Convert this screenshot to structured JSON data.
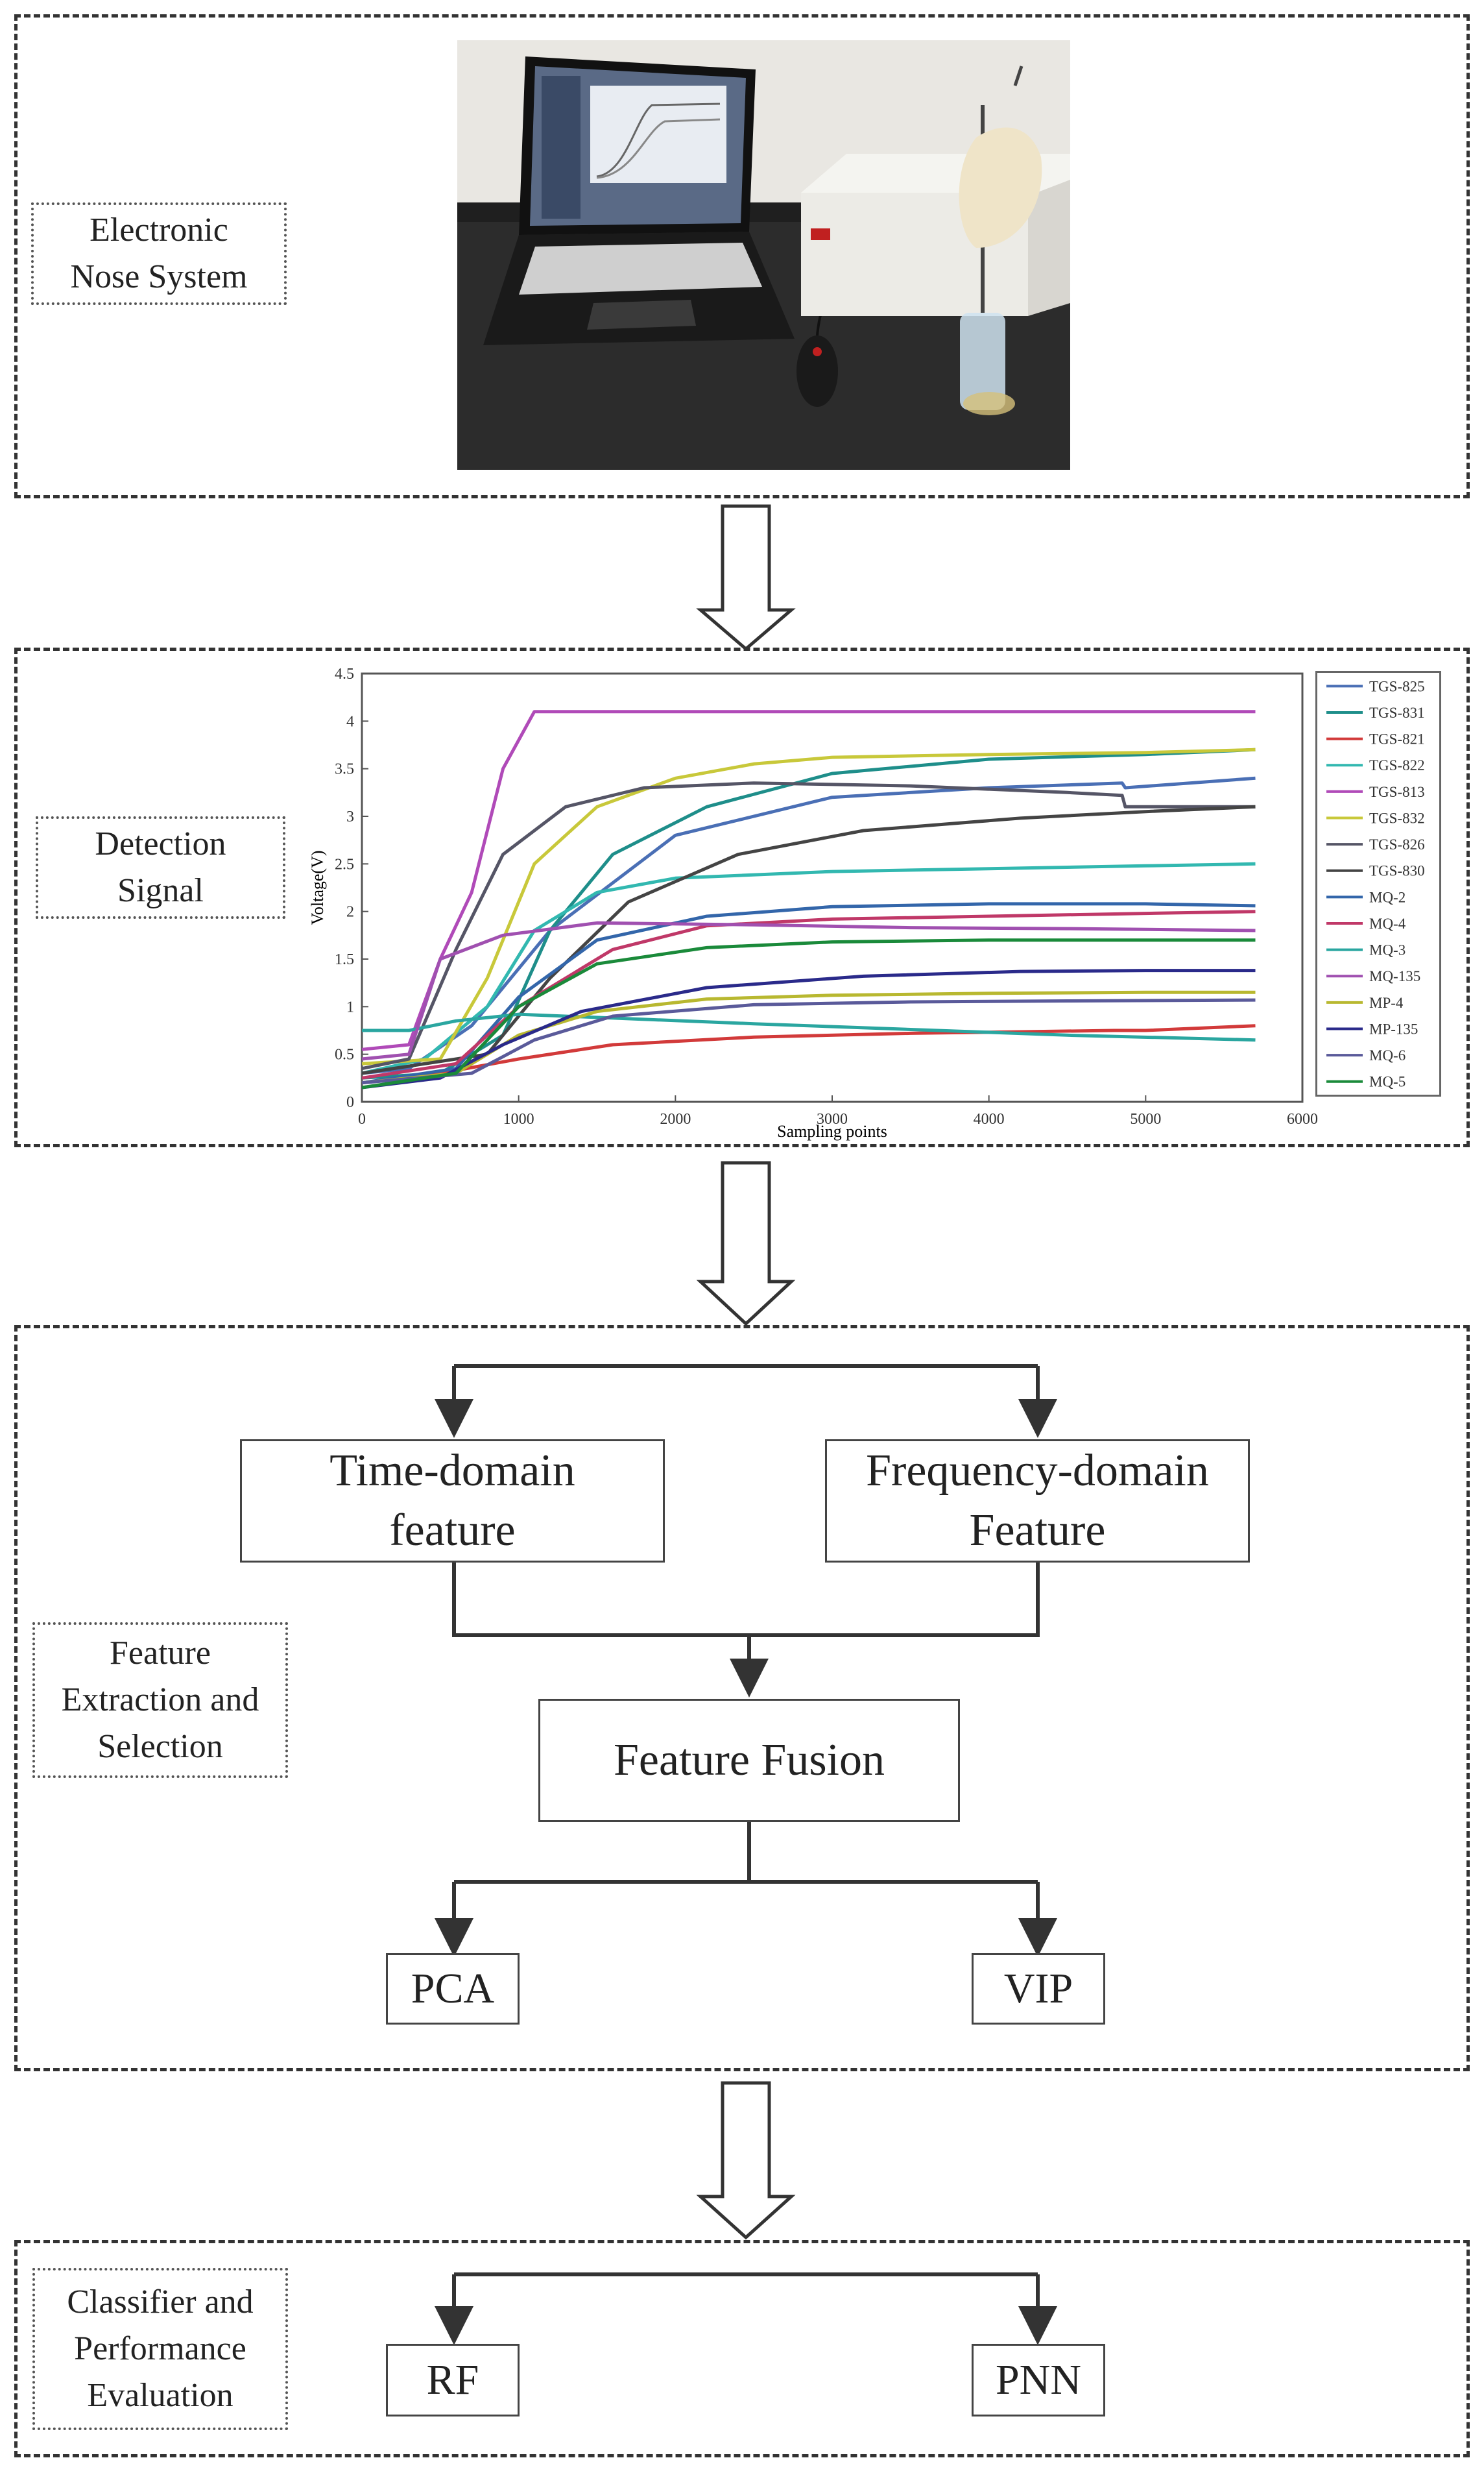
{
  "stage1": {
    "label": "Electronic\nNose System"
  },
  "stage2": {
    "label": "Detection\nSignal"
  },
  "stage3": {
    "label": "Feature\nExtraction and\nSelection",
    "time_domain": "Time-domain\nfeature",
    "frequency_domain": "Frequency-domain\nFeature",
    "fusion": "Feature Fusion",
    "pca": "PCA",
    "vip": "VIP"
  },
  "stage4": {
    "label": "Classifier and\nPerformance\nEvaluation",
    "rf": "RF",
    "pnn": "PNN"
  },
  "chart_data": {
    "type": "line",
    "xlabel": "Sampling points",
    "ylabel": "Voltage(V)",
    "xlim": [
      0,
      6000
    ],
    "ylim": [
      0,
      4.5
    ],
    "xticks": [
      0,
      1000,
      2000,
      3000,
      4000,
      5000,
      6000
    ],
    "yticks": [
      0,
      0.5,
      1,
      1.5,
      2,
      2.5,
      3,
      3.5,
      4,
      4.5
    ],
    "legend_position": "right",
    "series": [
      {
        "name": "TGS-825",
        "color": "#4a6fb5",
        "x": [
          0,
          300,
          700,
          1200,
          2000,
          3000,
          4000,
          4850,
          4870,
          5700
        ],
        "y": [
          0.3,
          0.35,
          0.8,
          1.8,
          2.8,
          3.2,
          3.3,
          3.35,
          3.3,
          3.4
        ]
      },
      {
        "name": "TGS-831",
        "color": "#1e8e8a",
        "x": [
          0,
          500,
          900,
          1200,
          1600,
          2200,
          3000,
          4000,
          5000,
          5700
        ],
        "y": [
          0.25,
          0.3,
          0.7,
          1.8,
          2.6,
          3.1,
          3.45,
          3.6,
          3.65,
          3.7
        ]
      },
      {
        "name": "TGS-821",
        "color": "#d23a3a",
        "x": [
          0,
          500,
          1000,
          1600,
          2500,
          3500,
          4800,
          5000,
          5700
        ],
        "y": [
          0.2,
          0.3,
          0.45,
          0.6,
          0.68,
          0.72,
          0.75,
          0.75,
          0.8
        ]
      },
      {
        "name": "TGS-822",
        "color": "#32b8b0",
        "x": [
          0,
          400,
          800,
          1100,
          1500,
          2000,
          3000,
          4000,
          5000,
          5700
        ],
        "y": [
          0.3,
          0.45,
          1.0,
          1.8,
          2.2,
          2.35,
          2.42,
          2.45,
          2.48,
          2.5
        ]
      },
      {
        "name": "TGS-813",
        "color": "#b04ab8",
        "x": [
          0,
          300,
          500,
          700,
          900,
          1100,
          1300,
          2000,
          3000,
          4000,
          5000,
          5700
        ],
        "y": [
          0.55,
          0.6,
          1.5,
          2.2,
          3.5,
          4.1,
          4.1,
          4.1,
          4.1,
          4.1,
          4.1,
          4.1
        ]
      },
      {
        "name": "TGS-832",
        "color": "#c8c83a",
        "x": [
          0,
          500,
          800,
          1100,
          1500,
          2000,
          2500,
          3000,
          4000,
          5000,
          5700
        ],
        "y": [
          0.4,
          0.45,
          1.3,
          2.5,
          3.1,
          3.4,
          3.55,
          3.62,
          3.65,
          3.67,
          3.7
        ]
      },
      {
        "name": "TGS-826",
        "color": "#555566",
        "x": [
          0,
          300,
          600,
          900,
          1300,
          1800,
          2500,
          3500,
          4500,
          4850,
          4870,
          5700
        ],
        "y": [
          0.35,
          0.45,
          1.6,
          2.6,
          3.1,
          3.3,
          3.35,
          3.32,
          3.25,
          3.22,
          3.1,
          3.1
        ]
      },
      {
        "name": "TGS-830",
        "color": "#444444",
        "x": [
          0,
          800,
          1200,
          1700,
          2400,
          3200,
          4200,
          5000,
          5700
        ],
        "y": [
          0.3,
          0.5,
          1.3,
          2.1,
          2.6,
          2.85,
          2.98,
          3.05,
          3.1
        ]
      },
      {
        "name": "MQ-2",
        "color": "#3366aa",
        "x": [
          0,
          600,
          1000,
          1500,
          2200,
          3000,
          4000,
          5000,
          5700
        ],
        "y": [
          0.2,
          0.35,
          1.1,
          1.7,
          1.95,
          2.05,
          2.08,
          2.08,
          2.06
        ]
      },
      {
        "name": "MQ-4",
        "color": "#c03868",
        "x": [
          0,
          600,
          1000,
          1600,
          2200,
          3000,
          4000,
          5000,
          5700
        ],
        "y": [
          0.25,
          0.4,
          1.0,
          1.6,
          1.85,
          1.92,
          1.95,
          1.98,
          2.0
        ]
      },
      {
        "name": "MQ-3",
        "color": "#2aa6a0",
        "x": [
          0,
          300,
          600,
          1000,
          1600,
          2500,
          3500,
          4500,
          5700
        ],
        "y": [
          0.75,
          0.75,
          0.85,
          0.92,
          0.88,
          0.82,
          0.76,
          0.7,
          0.65
        ]
      },
      {
        "name": "MQ-135",
        "color": "#a050b0",
        "x": [
          0,
          300,
          500,
          900,
          1500,
          2500,
          3500,
          4500,
          5700
        ],
        "y": [
          0.45,
          0.5,
          1.5,
          1.75,
          1.88,
          1.86,
          1.83,
          1.82,
          1.8
        ]
      },
      {
        "name": "MP-4",
        "color": "#b8b830",
        "x": [
          0,
          600,
          1000,
          1500,
          2200,
          3000,
          4000,
          5000,
          5700
        ],
        "y": [
          0.2,
          0.3,
          0.7,
          0.95,
          1.08,
          1.12,
          1.14,
          1.15,
          1.15
        ]
      },
      {
        "name": "MP-135",
        "color": "#2a2a8a",
        "x": [
          0,
          500,
          900,
          1400,
          2200,
          3200,
          4200,
          5000,
          5700
        ],
        "y": [
          0.15,
          0.25,
          0.6,
          0.95,
          1.2,
          1.32,
          1.37,
          1.38,
          1.38
        ]
      },
      {
        "name": "MQ-6",
        "color": "#5a5a9a",
        "x": [
          0,
          700,
          1100,
          1600,
          2500,
          3500,
          4500,
          5700
        ],
        "y": [
          0.2,
          0.3,
          0.65,
          0.9,
          1.02,
          1.05,
          1.06,
          1.07
        ]
      },
      {
        "name": "MQ-5",
        "color": "#1a8a3a",
        "x": [
          0,
          600,
          1000,
          1500,
          2200,
          3000,
          4000,
          5000,
          5700
        ],
        "y": [
          0.15,
          0.3,
          1.0,
          1.45,
          1.62,
          1.68,
          1.7,
          1.7,
          1.7
        ]
      }
    ]
  }
}
